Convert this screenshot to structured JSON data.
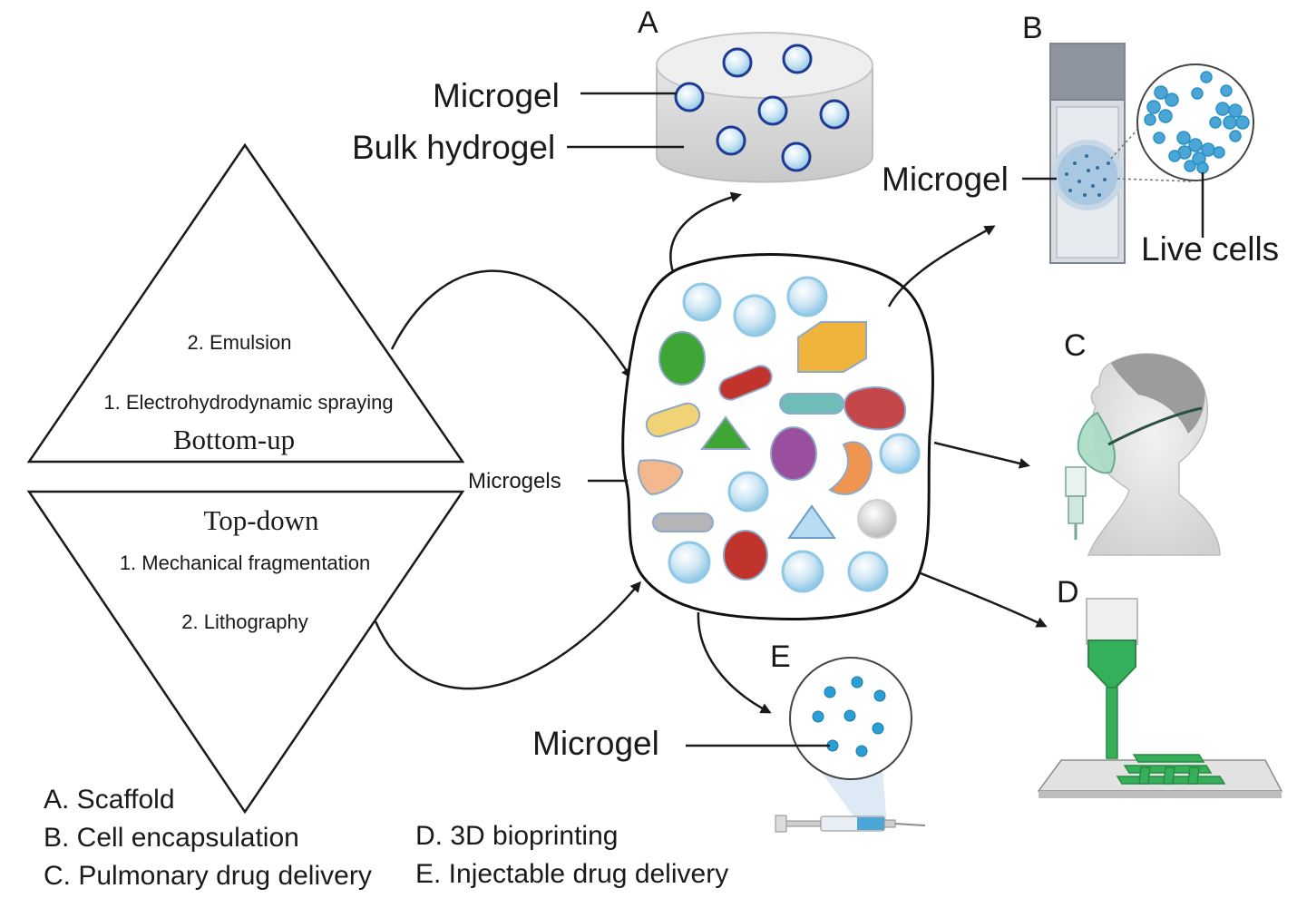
{
  "panel_letters": {
    "a": "A",
    "b": "B",
    "c": "C",
    "d": "D",
    "e": "E"
  },
  "panel_a": {
    "microgel_label": "Microgel",
    "bulk_label": "Bulk hydrogel"
  },
  "panel_b": {
    "microgel_label": "Microgel",
    "cells_label": "Live cells"
  },
  "panel_e": {
    "microgel_label": "Microgel"
  },
  "bottom_up": {
    "title": "Bottom-up",
    "methods": [
      "2. Emulsion",
      "1. Electrohydrodynamic spraying"
    ]
  },
  "top_down": {
    "title": "Top-down",
    "methods": [
      "1. Mechanical fragmentation",
      "2. Lithography"
    ]
  },
  "center": {
    "label": "Microgels"
  },
  "legend": {
    "left": [
      "A. Scaffold",
      "B. Cell encapsulation",
      "C. Pulmonary drug delivery"
    ],
    "right": [
      "D. 3D bioprinting",
      "E. Injectable drug delivery"
    ]
  },
  "colors": {
    "microgel_fill": "#bfe0f2",
    "microgel_ring": "#7fc3e6",
    "ring_blue": "#1f3a93",
    "green": "#3fa535",
    "orange": "#f0b43c",
    "red": "#c0342d",
    "purple": "#9a4f9e",
    "cell_blue": "#2a8fc4",
    "printer_green": "#35b05a"
  },
  "icons": [
    "arrow-icon",
    "syringe-icon",
    "head-mask-icon",
    "bioprinter-icon",
    "slide-icon"
  ]
}
